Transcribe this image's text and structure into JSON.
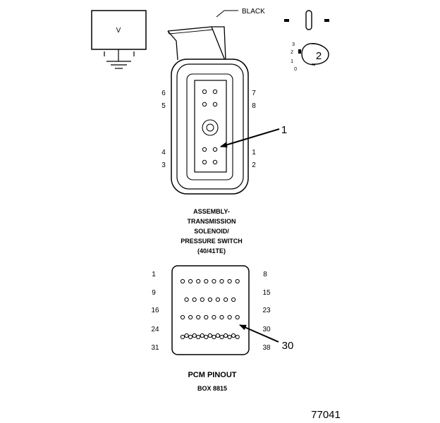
{
  "meter": {
    "symbol": "V"
  },
  "wire_label": "BLACK",
  "key": {
    "tick_labels": [
      "3",
      "2",
      "1",
      "0"
    ],
    "callout": "2"
  },
  "connector": {
    "pin_labels_left": [
      "6",
      "5",
      "4",
      "3"
    ],
    "pin_labels_right": [
      "7",
      "8",
      "1",
      "2"
    ],
    "callout": "1",
    "caption": [
      "ASSEMBLY-",
      "TRANSMISSION",
      "SOLENOID/",
      "PRESSURE SWITCH",
      "(40/41TE)"
    ]
  },
  "pcm": {
    "row_labels_left": [
      "1",
      "9",
      "16",
      "24",
      "31"
    ],
    "row_labels_right": [
      "8",
      "15",
      "23",
      "30",
      "38"
    ],
    "row_pin_counts": [
      8,
      7,
      8,
      7,
      8
    ],
    "callout": "30",
    "caption": [
      "PCM PINOUT",
      "BOX 8815"
    ]
  },
  "figure_id": "77041"
}
